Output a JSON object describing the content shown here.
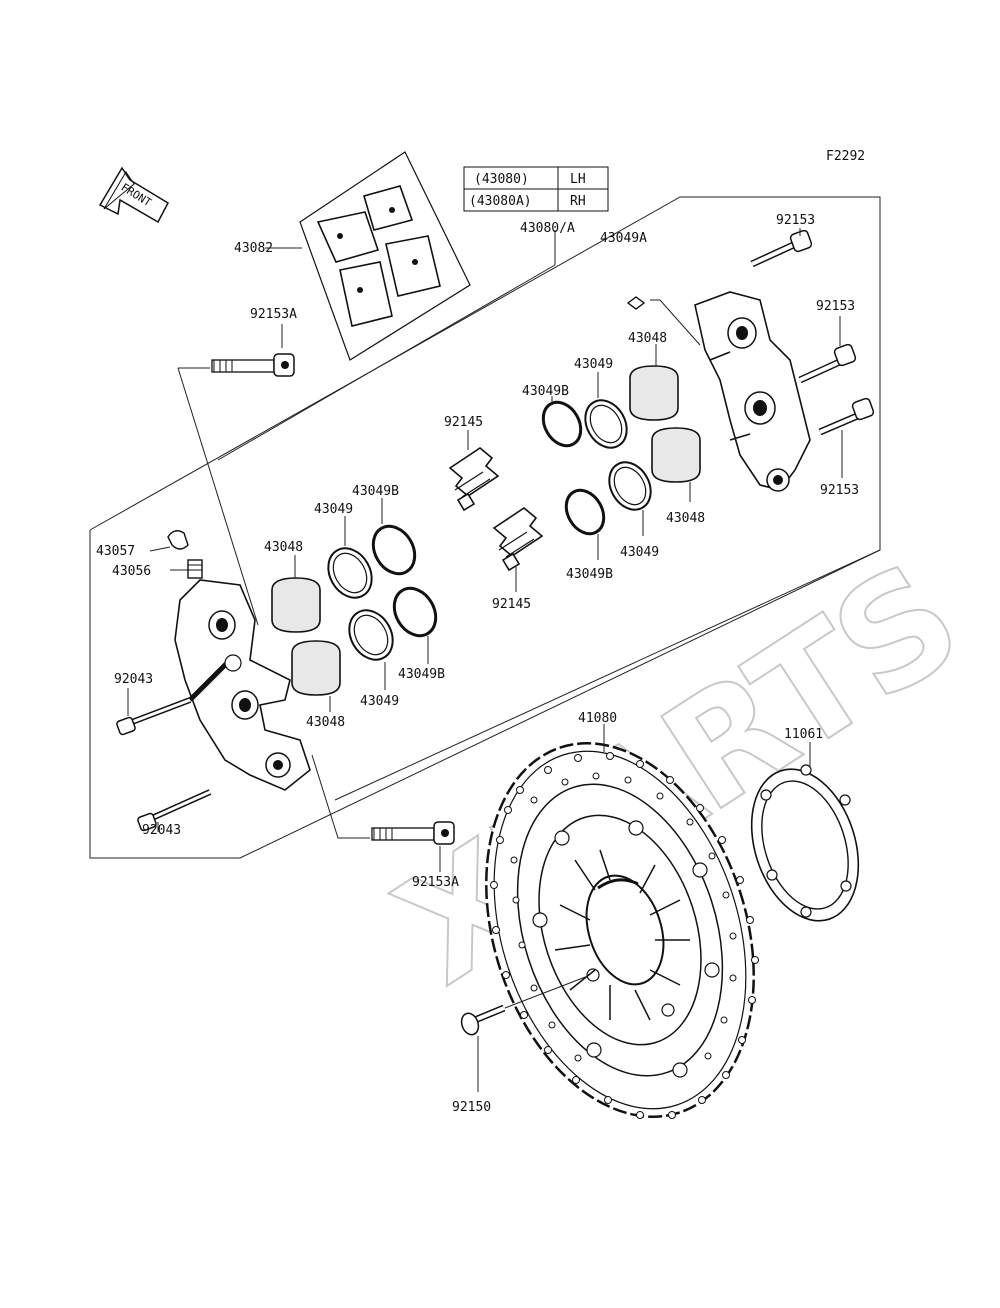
{
  "figure_code": "F2292",
  "front_marker": "FRONT",
  "watermark": "XPARTS",
  "variant_table": {
    "rows": [
      {
        "part": "(43080)",
        "side": "LH"
      },
      {
        "part": "(43080A)",
        "side": "RH"
      }
    ]
  },
  "callouts": {
    "assembly": "43080/A",
    "pad_set": "43082",
    "bolt_a_upper": "92153A",
    "bolt_a_lower": "92153A",
    "bleeder_cap": "43057",
    "bleeder_valve": "43056",
    "bolt_92043_upper": "92043",
    "bolt_92043_lower": "92043",
    "piston_l_upper": "43048",
    "piston_l_lower": "43048",
    "seal_l_upper": "43049",
    "seal_l_lower": "43049",
    "seal_b_l_upper": "43049B",
    "seal_b_l_lower": "43049B",
    "spring_upper": "92145",
    "spring_lower": "92145",
    "seal_b_r_upper": "43049B",
    "seal_b_r_lower": "43049B",
    "seal_r_upper": "43049",
    "seal_r_lower": "43049",
    "piston_r_upper": "43048",
    "piston_r_lower": "43048",
    "seal_kit_a": "43049A",
    "bolt_r_top": "92153",
    "bolt_r_mid": "92153",
    "bolt_r_bottom": "92153",
    "disc": "41080",
    "disc_bolt": "92150",
    "shim": "11061"
  }
}
